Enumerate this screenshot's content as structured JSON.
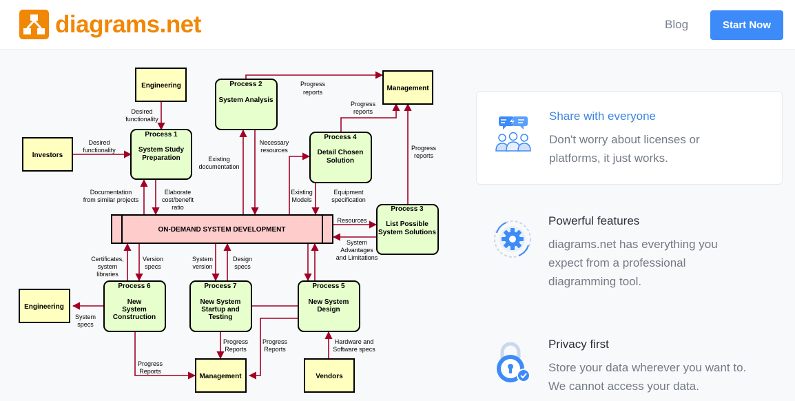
{
  "header": {
    "logo_text": "diagrams.net",
    "nav_blog": "Blog",
    "start_button": "Start Now"
  },
  "diagram": {
    "nodes": {
      "eng_top": "Engineering",
      "management_top": "Management",
      "investors": "Investors",
      "p1_title": "Process 1",
      "p1_l1": "System Study",
      "p1_l2": "Preparation",
      "p2_title": "Process 2",
      "p2_l1": "System Analysis",
      "p4_title": "Process 4",
      "p4_l1": "Detail Chosen",
      "p4_l2": "Solution",
      "p3_title": "Process 3",
      "p3_l1": "List Possible",
      "p3_l2": "System Solutions",
      "central": "ON-DEMAND SYSTEM DEVELOPMENT",
      "p6_title": "Process 6",
      "p6_l1": "New",
      "p6_l2": "System",
      "p6_l3": "Construction",
      "p7_title": "Process 7",
      "p7_l1": "New System",
      "p7_l2": "Startup and",
      "p7_l3": "Testing",
      "p5_title": "Process 5",
      "p5_l1": "New System",
      "p5_l2": "Design",
      "eng_bottom": "Engineering",
      "management_bottom": "Management",
      "vendors": "Vendors"
    },
    "labels": {
      "desired_func_top_1": "Desired",
      "desired_func_top_2": "functionality",
      "desired_func_left_1": "Desired",
      "desired_func_left_2": "functionality",
      "progress_reports_top_1": "Progress",
      "progress_reports_top_2": "reports",
      "progress_reports_p4_1": "Progress",
      "progress_reports_p4_2": "reports",
      "progress_reports_p3_1": "Progress",
      "progress_reports_p3_2": "reports",
      "existing_doc_1": "Existing",
      "existing_doc_2": "documentation",
      "necessary_res_1": "Necessary",
      "necessary_res_2": "resources",
      "doc_similar_1": "Documentation",
      "doc_similar_2": "from similar projects",
      "elaborate_1": "Elaborate",
      "elaborate_2": "cost/benefit",
      "elaborate_3": "ratio",
      "existing_models_1": "Existing",
      "existing_models_2": "Models",
      "equipment_1": "Equipment",
      "equipment_2": "specification",
      "resources": "Resources",
      "sys_adv_1": "System",
      "sys_adv_2": "Advantages",
      "sys_adv_3": "and Limitations",
      "certificates_1": "Certificates,",
      "certificates_2": "system",
      "certificates_3": "libraries",
      "version_specs_1": "Version",
      "version_specs_2": "specs",
      "system_version_1": "System",
      "system_version_2": "version",
      "design_specs_1": "Design",
      "design_specs_2": "specs",
      "system_specs_1": "System",
      "system_specs_2": "specs",
      "progress_reports_p7_1": "Progress",
      "progress_reports_p7_2": "Reports",
      "progress_reports_p5_1": "Progress",
      "progress_reports_p5_2": "Reports",
      "progress_reports_p6_1": "Progress",
      "progress_reports_p6_2": "Reports",
      "hardware_1": "Hardware and",
      "hardware_2": "Software specs"
    }
  },
  "features": [
    {
      "title": "Share with everyone",
      "line1": "Don't worry about licenses or",
      "line2": "platforms, it just works.",
      "icon": "share-people-icon"
    },
    {
      "title": "Powerful features",
      "line1": "diagrams.net has everything you",
      "line2": "expect from a professional",
      "line3": "diagramming tool.",
      "icon": "gear-icon"
    },
    {
      "title": "Privacy first",
      "line1": "Store your data wherever you want to.",
      "line2": "We cannot access your data.",
      "icon": "lock-icon"
    }
  ],
  "colors": {
    "brand": "#f08705",
    "accent": "#3d8bf8",
    "arrow": "#a20025",
    "node_yellow": "#ffffc0",
    "node_green": "#e6ffcc",
    "central_pink": "#ffcccc"
  }
}
